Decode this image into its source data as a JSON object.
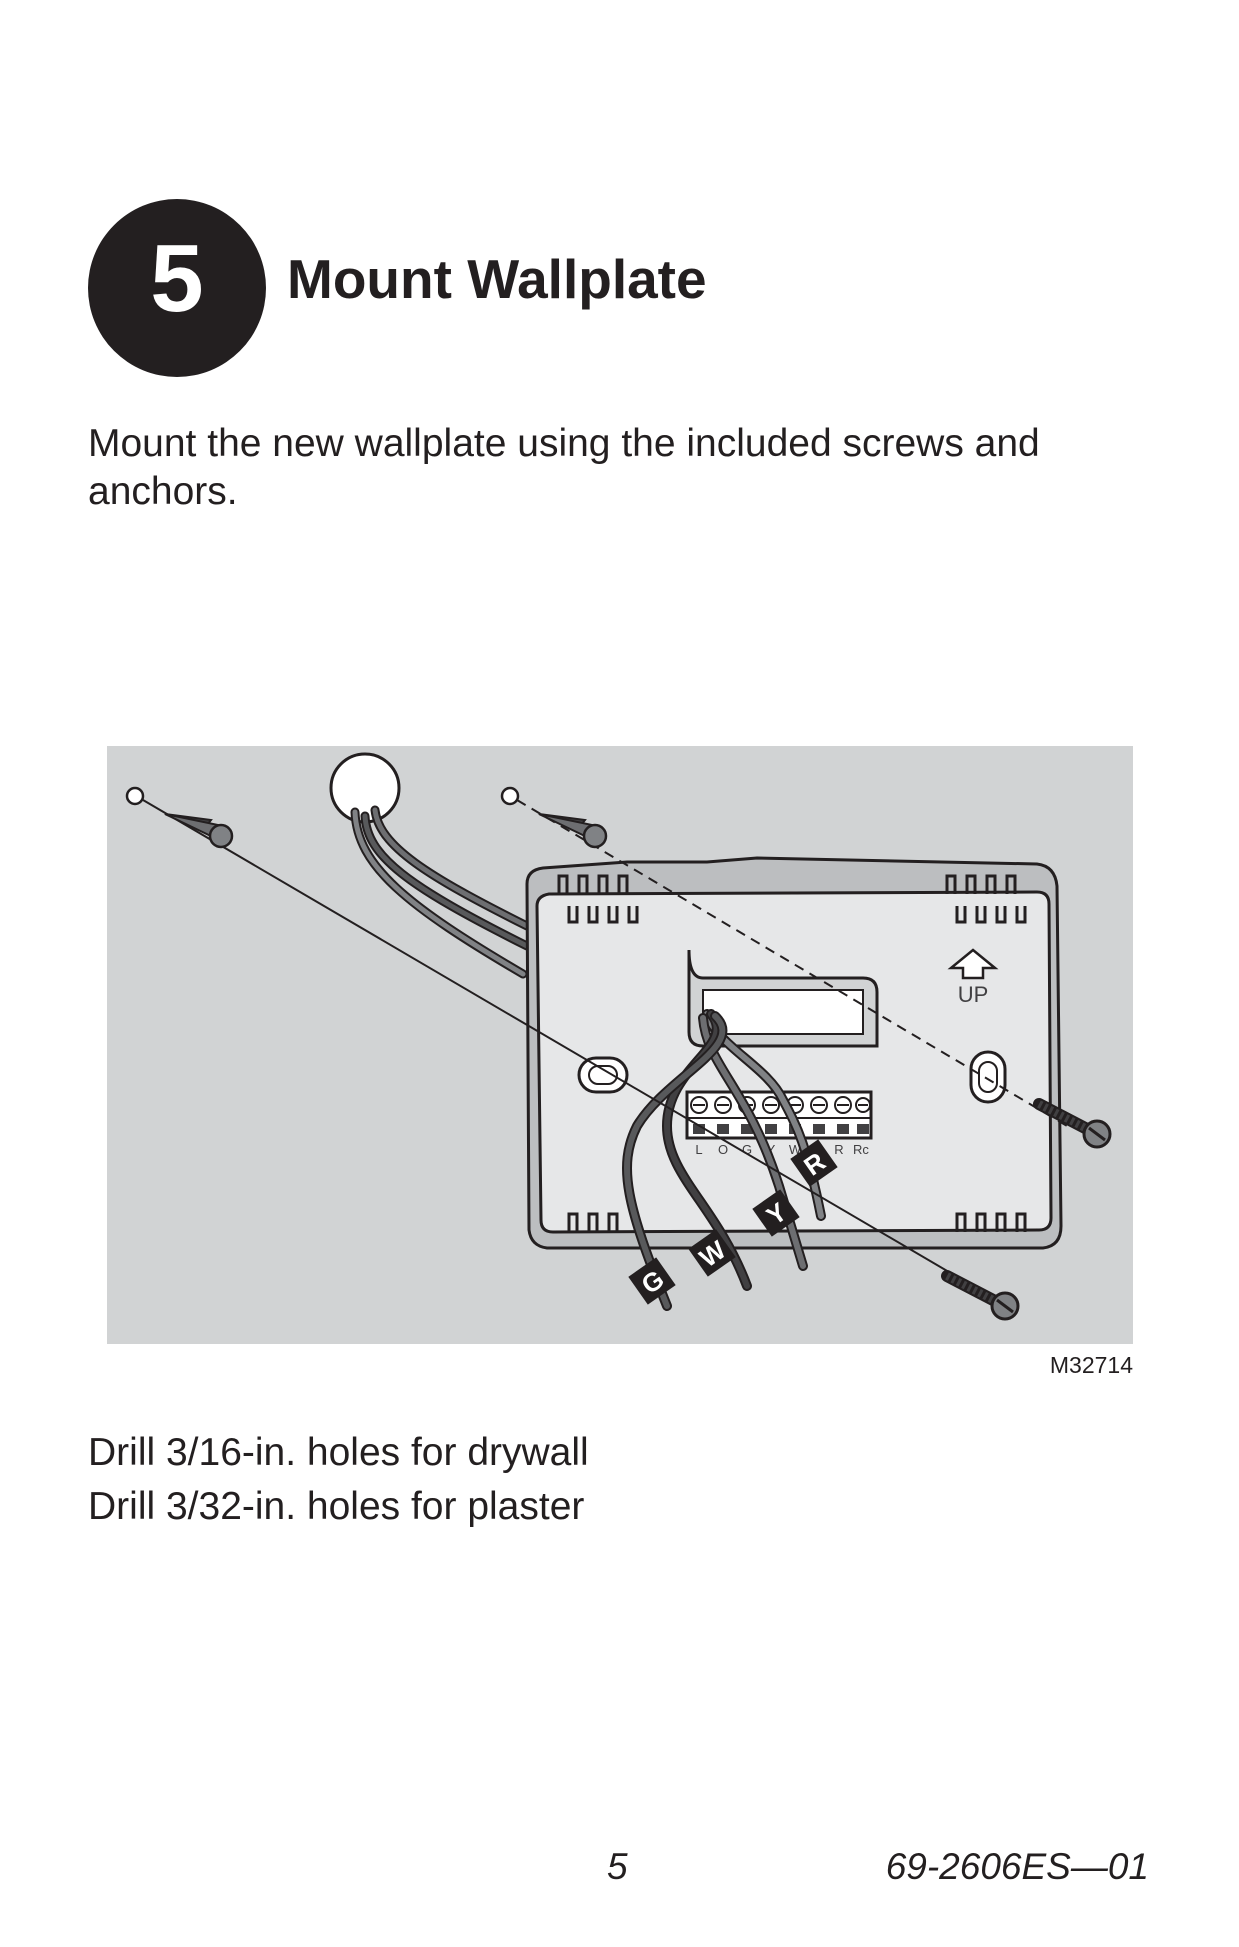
{
  "step": {
    "number": "5",
    "title": "Mount Wallplate"
  },
  "intro_text": "Mount the new wallplate using the included screws and anchors.",
  "figure": {
    "code": "M32714",
    "up_label": "UP",
    "terminal_labels": [
      "L",
      "O",
      "G",
      "Y",
      "W",
      "R",
      "Rc"
    ],
    "wire_tags": [
      "G",
      "W",
      "Y",
      "R"
    ],
    "colors": {
      "background": "#d1d3d4",
      "wallplate": "#e6e7e8",
      "wallplate_shadow": "#bcbec0",
      "outline": "#231f20",
      "wire_dark": "#414042",
      "wire_mid": "#808285"
    }
  },
  "instructions": [
    "Drill 3/16-in. holes for drywall",
    "Drill 3/32-in. holes for plaster"
  ],
  "footer": {
    "page_number": "5",
    "document_code": "69-2606ES—01"
  }
}
